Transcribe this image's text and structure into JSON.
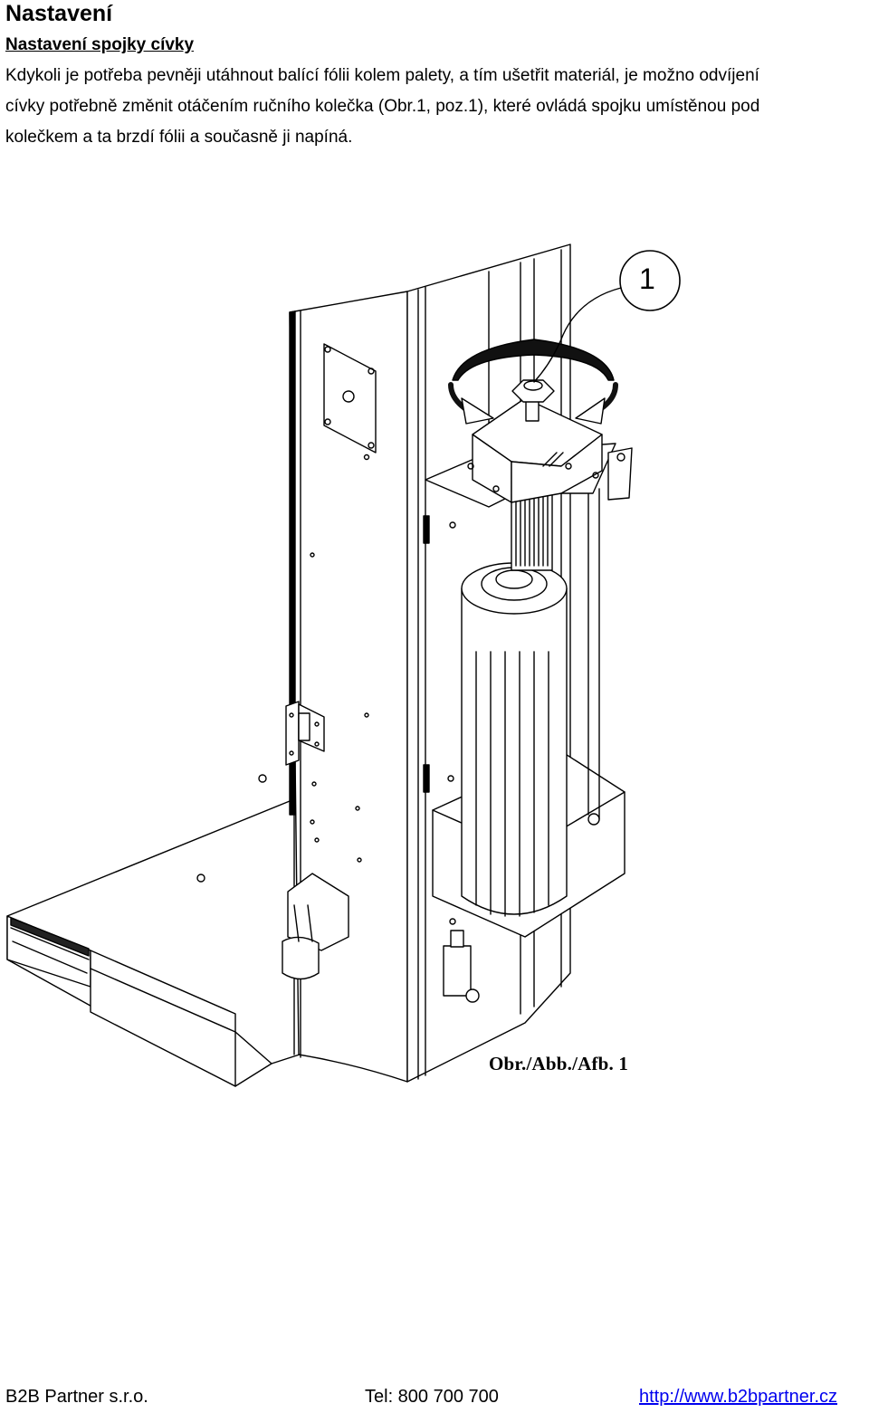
{
  "heading": "Nastavení",
  "subheading": "Nastavení spojky cívky",
  "paragraph_lines": [
    "Kdykoli je potřeba pevněji utáhnout balící fólii kolem palety, a tím ušetřit materiál, je možno odvíjení",
    "cívky potřebně změnit otáčením ručního kolečka (Obr.1, poz.1), které ovládá spojku umístěnou pod",
    "kolečkem a ta brzdí fólii a současně ji napíná."
  ],
  "figure": {
    "callout_number": "1",
    "caption": "Obr./Abb./Afb. 1"
  },
  "footer": {
    "company": "B2B Partner s.r.o.",
    "phone": "Tel: 800 700 700",
    "website": "http://www.b2bpartner.cz"
  }
}
